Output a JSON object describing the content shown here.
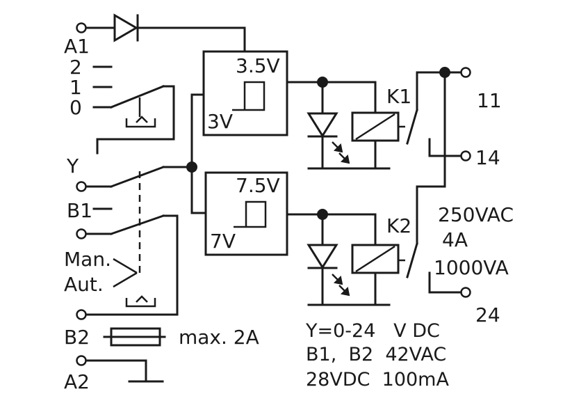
{
  "terminals": {
    "a1": "A1",
    "pos2": "2",
    "pos1": "1",
    "pos0": "0",
    "y": "Y",
    "b1": "B1",
    "man": "Man.",
    "aut": "Aut.",
    "b2": "B2",
    "a2": "A2",
    "t11": "11",
    "t14": "14",
    "t24": "24"
  },
  "comparator1": {
    "upper": "3.5V",
    "lower": "3V"
  },
  "comparator2": {
    "upper": "7.5V",
    "lower": "7V"
  },
  "relays": {
    "k1": "K1",
    "k2": "K2"
  },
  "fuse_label": "max. 2A",
  "contact_rating": {
    "voltage": "250VAC",
    "current": "4A",
    "power": "1000VA"
  },
  "specs": {
    "line1": "Y=0-24   V DC",
    "line2": "B1,  B2  42VAC",
    "line3": "28VDC  100mA"
  }
}
